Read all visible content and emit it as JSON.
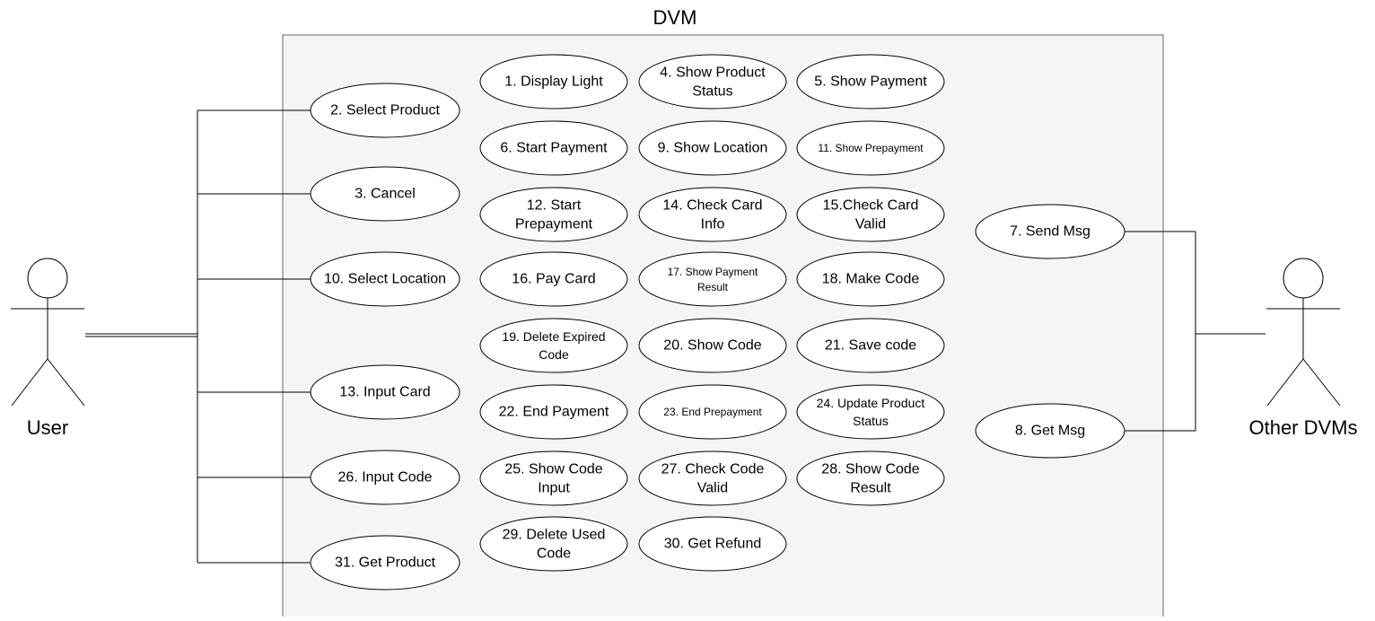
{
  "system": {
    "title": "DVM"
  },
  "actors": {
    "user": {
      "label": "User"
    },
    "other": {
      "label": "Other DVMs"
    }
  },
  "use_cases": {
    "display_light": [
      "1. Display Light"
    ],
    "select_product": [
      "2. Select Product"
    ],
    "cancel": [
      "3. Cancel"
    ],
    "show_product_status": [
      "4. Show Product",
      "Status"
    ],
    "show_payment": [
      "5. Show Payment"
    ],
    "start_payment": [
      "6. Start Payment"
    ],
    "send_msg": [
      "7. Send Msg"
    ],
    "get_msg": [
      "8. Get Msg"
    ],
    "show_location": [
      "9. Show Location"
    ],
    "select_location": [
      "10. Select Location"
    ],
    "show_prepayment": [
      "11. Show Prepayment"
    ],
    "start_prepayment": [
      "12. Start",
      "Prepayment"
    ],
    "input_card": [
      "13. Input Card"
    ],
    "check_card_info": [
      "14. Check Card",
      "Info"
    ],
    "check_card_valid": [
      "15.Check Card",
      "Valid"
    ],
    "pay_card": [
      "16. Pay Card"
    ],
    "show_payment_result": [
      "17. Show Payment",
      "Result"
    ],
    "make_code": [
      "18. Make Code"
    ],
    "delete_expired_code": [
      "19. Delete Expired",
      "Code"
    ],
    "show_code": [
      "20. Show Code"
    ],
    "save_code": [
      "21. Save code"
    ],
    "end_payment": [
      "22. End Payment"
    ],
    "end_prepayment": [
      "23. End Prepayment"
    ],
    "update_product_status": [
      "24. Update Product",
      "Status"
    ],
    "show_code_input": [
      "25. Show Code",
      "Input"
    ],
    "input_code": [
      "26. Input Code"
    ],
    "check_code_valid": [
      "27. Check Code",
      "Valid"
    ],
    "show_code_result": [
      "28. Show Code",
      "Result"
    ],
    "delete_used_code": [
      "29. Delete Used",
      "Code"
    ],
    "get_refund": [
      "30. Get Refund"
    ],
    "get_product": [
      "31. Get Product"
    ]
  }
}
